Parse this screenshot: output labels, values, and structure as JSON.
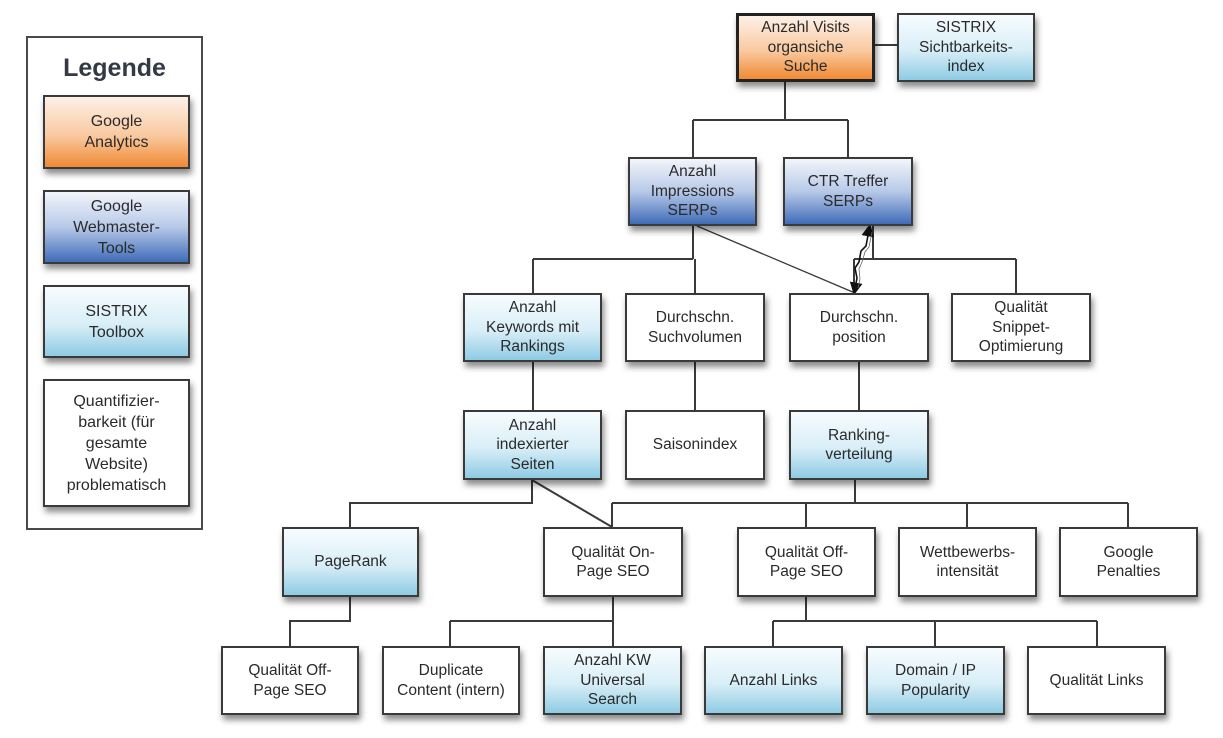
{
  "colors": {
    "orange": "#f08a34",
    "blue": "#3f6cb8",
    "light_blue": "#8ecbe4",
    "white": "#ffffff",
    "line": "#3a3a3a"
  },
  "legend": {
    "title": "Legende",
    "items": [
      {
        "id": "google-analytics",
        "label": "Google\nAnalytics",
        "color": "orange"
      },
      {
        "id": "google-webmaster-tools",
        "label": "Google\nWebmaster-\nTools",
        "color": "blue"
      },
      {
        "id": "sistrix-toolbox",
        "label": "SISTRIX\nToolbox",
        "color": "light"
      },
      {
        "id": "quantifizierbarkeit",
        "label": "Quantifizier-\nbarkeit (für\ngesamte\nWebsite)\nproblematisch",
        "color": "white"
      }
    ]
  },
  "nodes": {
    "visits": {
      "label": "Anzahl Visits\norgansiche\nSuche",
      "color": "orange"
    },
    "sichtbarkeit": {
      "label": "SISTRIX\nSichtbarkeits-\nindex",
      "color": "light"
    },
    "impressions": {
      "label": "Anzahl\nImpressions\nSERPs",
      "color": "blue"
    },
    "ctr": {
      "label": "CTR Treffer\nSERPs",
      "color": "blue"
    },
    "keywords": {
      "label": "Anzahl\nKeywords mit\nRankings",
      "color": "light"
    },
    "suchvolumen": {
      "label": "Durchschn.\nSuchvolumen",
      "color": "white"
    },
    "position": {
      "label": "Durchschn.\nposition",
      "color": "white"
    },
    "snippet": {
      "label": "Qualität\nSnippet-\nOptimierung",
      "color": "white"
    },
    "indexiert": {
      "label": "Anzahl\nindexierter\nSeiten",
      "color": "light"
    },
    "saisonindex": {
      "label": "Saisonindex",
      "color": "white"
    },
    "rankingverteilung": {
      "label": "Ranking-\nverteilung",
      "color": "light"
    },
    "pagerank": {
      "label": "PageRank",
      "color": "light"
    },
    "onpage": {
      "label": "Qualität On-\nPage SEO",
      "color": "white"
    },
    "offpage": {
      "label": "Qualität Off-\nPage SEO",
      "color": "white"
    },
    "wettbewerb": {
      "label": "Wettbewerbs-\nintensität",
      "color": "white"
    },
    "penalties": {
      "label": "Google\nPenalties",
      "color": "white"
    },
    "offpage2": {
      "label": "Qualität Off-\nPage SEO",
      "color": "white"
    },
    "duplicate": {
      "label": "Duplicate\nContent (intern)",
      "color": "white"
    },
    "universal": {
      "label": "Anzahl KW\nUniversal\nSearch",
      "color": "light"
    },
    "links": {
      "label": "Anzahl Links",
      "color": "light"
    },
    "domainip": {
      "label": "Domain / IP\nPopularity",
      "color": "light"
    },
    "qlinks": {
      "label": "Qualität Links",
      "color": "white"
    }
  },
  "edges": [
    {
      "from": "visits",
      "to": "sichtbarkeit",
      "type": "side"
    },
    {
      "from": "visits",
      "to": "impressions",
      "type": "tree"
    },
    {
      "from": "visits",
      "to": "ctr",
      "type": "tree"
    },
    {
      "from": "impressions",
      "to": "keywords",
      "type": "tree"
    },
    {
      "from": "impressions",
      "to": "suchvolumen",
      "type": "tree"
    },
    {
      "from": "impressions",
      "to": "position",
      "type": "diagonal"
    },
    {
      "from": "ctr",
      "to": "position",
      "type": "tree"
    },
    {
      "from": "ctr",
      "to": "snippet",
      "type": "tree"
    },
    {
      "from": "ctr",
      "to": "position",
      "type": "bidirectional-zigzag"
    },
    {
      "from": "keywords",
      "to": "indexiert",
      "type": "tree"
    },
    {
      "from": "suchvolumen",
      "to": "saisonindex",
      "type": "tree"
    },
    {
      "from": "position",
      "to": "rankingverteilung",
      "type": "tree"
    },
    {
      "from": "indexiert",
      "to": "pagerank",
      "type": "tree"
    },
    {
      "from": "indexiert",
      "to": "onpage",
      "type": "diagonal"
    },
    {
      "from": "rankingverteilung",
      "to": "onpage",
      "type": "tree"
    },
    {
      "from": "rankingverteilung",
      "to": "offpage",
      "type": "tree"
    },
    {
      "from": "rankingverteilung",
      "to": "wettbewerb",
      "type": "tree"
    },
    {
      "from": "rankingverteilung",
      "to": "penalties",
      "type": "tree"
    },
    {
      "from": "pagerank",
      "to": "offpage2",
      "type": "tree"
    },
    {
      "from": "onpage",
      "to": "duplicate",
      "type": "tree"
    },
    {
      "from": "onpage",
      "to": "universal",
      "type": "tree"
    },
    {
      "from": "offpage",
      "to": "links",
      "type": "tree"
    },
    {
      "from": "offpage",
      "to": "domainip",
      "type": "tree"
    },
    {
      "from": "offpage",
      "to": "qlinks",
      "type": "tree"
    }
  ]
}
